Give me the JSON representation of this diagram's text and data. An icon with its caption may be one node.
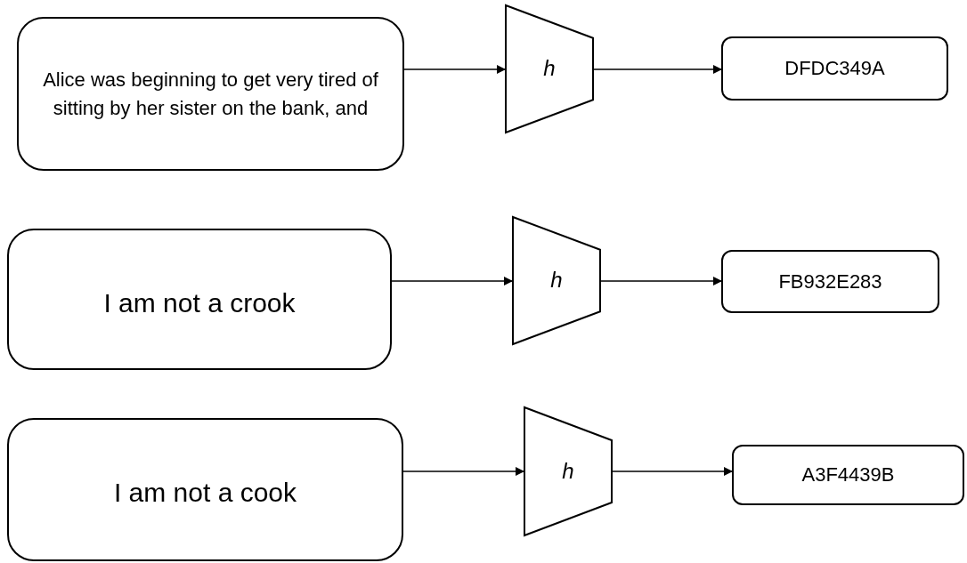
{
  "diagram": {
    "nodes": [
      {
        "text": [
          "Alice was beginning to get very tired of sitting by her sister on the bank, and"
        ]
      },
      {
        "text": [
          "h"
        ]
      },
      {
        "text": [
          "DFDC349A"
        ]
      },
      {
        "text": [
          "I am not a crook"
        ]
      },
      {
        "text": [
          "h"
        ]
      },
      {
        "text": [
          "FB932E283"
        ]
      },
      {
        "text": [
          "I am not a cook"
        ]
      },
      {
        "text": [
          "h"
        ]
      },
      {
        "text": [
          "A3F4439B"
        ]
      }
    ],
    "edges": [
      {
        "from": 0,
        "to": 1,
        "arrow": "to"
      },
      {
        "from": 1,
        "to": 2,
        "arrow": "to"
      },
      {
        "from": 3,
        "to": 4,
        "arrow": "to"
      },
      {
        "from": 4,
        "to": 5,
        "arrow": "to"
      },
      {
        "from": 6,
        "to": 7,
        "arrow": "to"
      },
      {
        "from": 7,
        "to": 8,
        "arrow": "to"
      }
    ]
  }
}
